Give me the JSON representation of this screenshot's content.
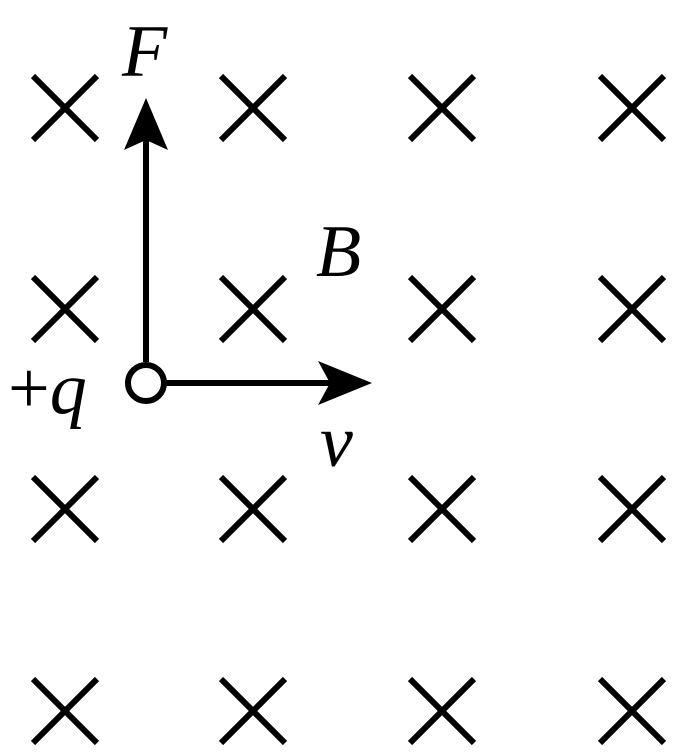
{
  "labels": {
    "force": "F",
    "field": "B",
    "velocity": "v",
    "charge_sign": "+",
    "charge_symbol": "q"
  },
  "field": {
    "direction": "into-page",
    "grid_rows": 4,
    "grid_cols": 4,
    "mark_icon": "cross-x-icon"
  },
  "colors": {
    "ink": "#000000",
    "background": "#ffffff"
  }
}
